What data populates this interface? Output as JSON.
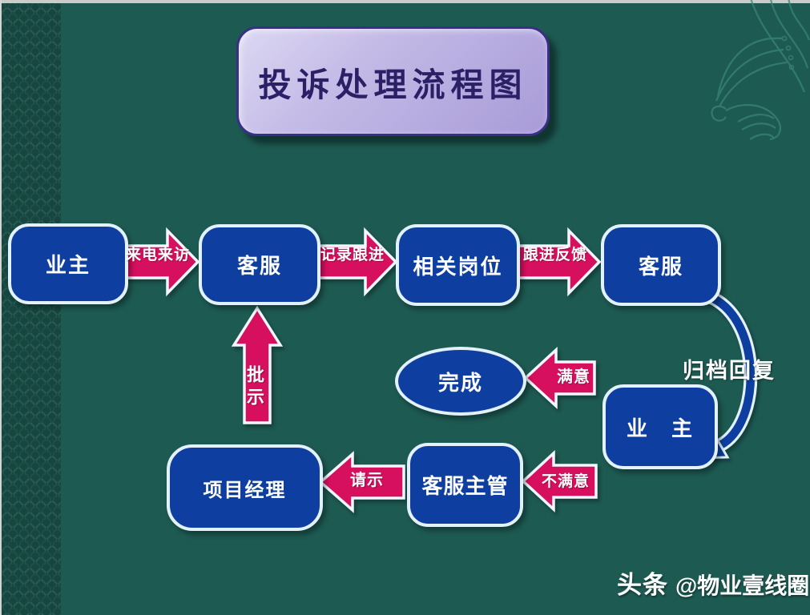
{
  "slide": {
    "title": "投诉处理流程图",
    "watermark": {
      "brand": "头条",
      "handle": "@物业壹线圈"
    }
  },
  "flow": {
    "nodes": {
      "owner1": "业主",
      "service1": "客服",
      "related": "相关岗位",
      "service2": "客服",
      "done": "完成",
      "owner2": "业　主",
      "supervisor": "客服主管",
      "manager": "项目经理"
    },
    "arrows": {
      "call": "来电来访",
      "record": "记录跟进",
      "feedback": "跟进反馈",
      "archive": "归档回复",
      "satisfied": "满意",
      "approve": "批示",
      "unsatisfied": "不满意",
      "request": "请示"
    }
  },
  "colors": {
    "bg": "#1d5a52",
    "strip": "#16463f",
    "node_fill": "#0d3ea0",
    "node_border": "#e2f1fb",
    "arrow_fill": "#d6105e",
    "arrow_border": "#f2f8fd",
    "title_text": "#2b2066",
    "title_border": "#3a2f86",
    "decor": "#3a847a",
    "text_light": "#ffffff"
  }
}
